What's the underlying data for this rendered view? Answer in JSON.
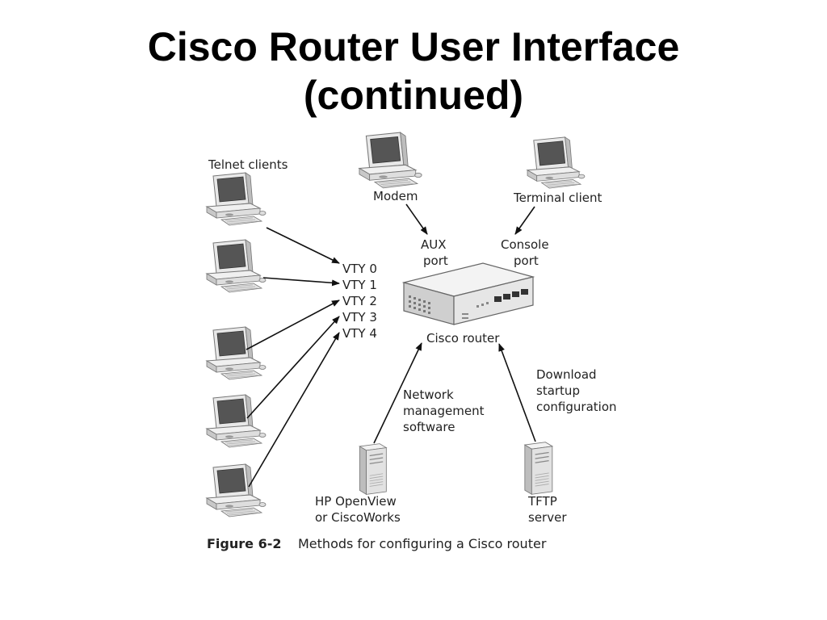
{
  "slide": {
    "title_line1": "Cisco Router User Interface",
    "title_line2": "(continued)"
  },
  "diagram": {
    "telnet_label": "Telnet clients",
    "modem_label": "Modem",
    "terminal_label": "Terminal client",
    "aux_port": [
      "AUX",
      "port"
    ],
    "console_port": [
      "Console",
      "port"
    ],
    "vty_lines": [
      "VTY 0",
      "VTY 1",
      "VTY 2",
      "VTY 3",
      "VTY 4"
    ],
    "router_label": "Cisco router",
    "network_mgmt": [
      "Network",
      "management",
      "software"
    ],
    "download_config": [
      "Download",
      "startup",
      "configuration"
    ],
    "hp_openview": [
      "HP OpenView",
      "or CiscoWorks"
    ],
    "tftp_server": [
      "TFTP",
      "server"
    ]
  },
  "figure": {
    "number": "Figure 6-2",
    "caption": "Methods for configuring a Cisco router"
  }
}
